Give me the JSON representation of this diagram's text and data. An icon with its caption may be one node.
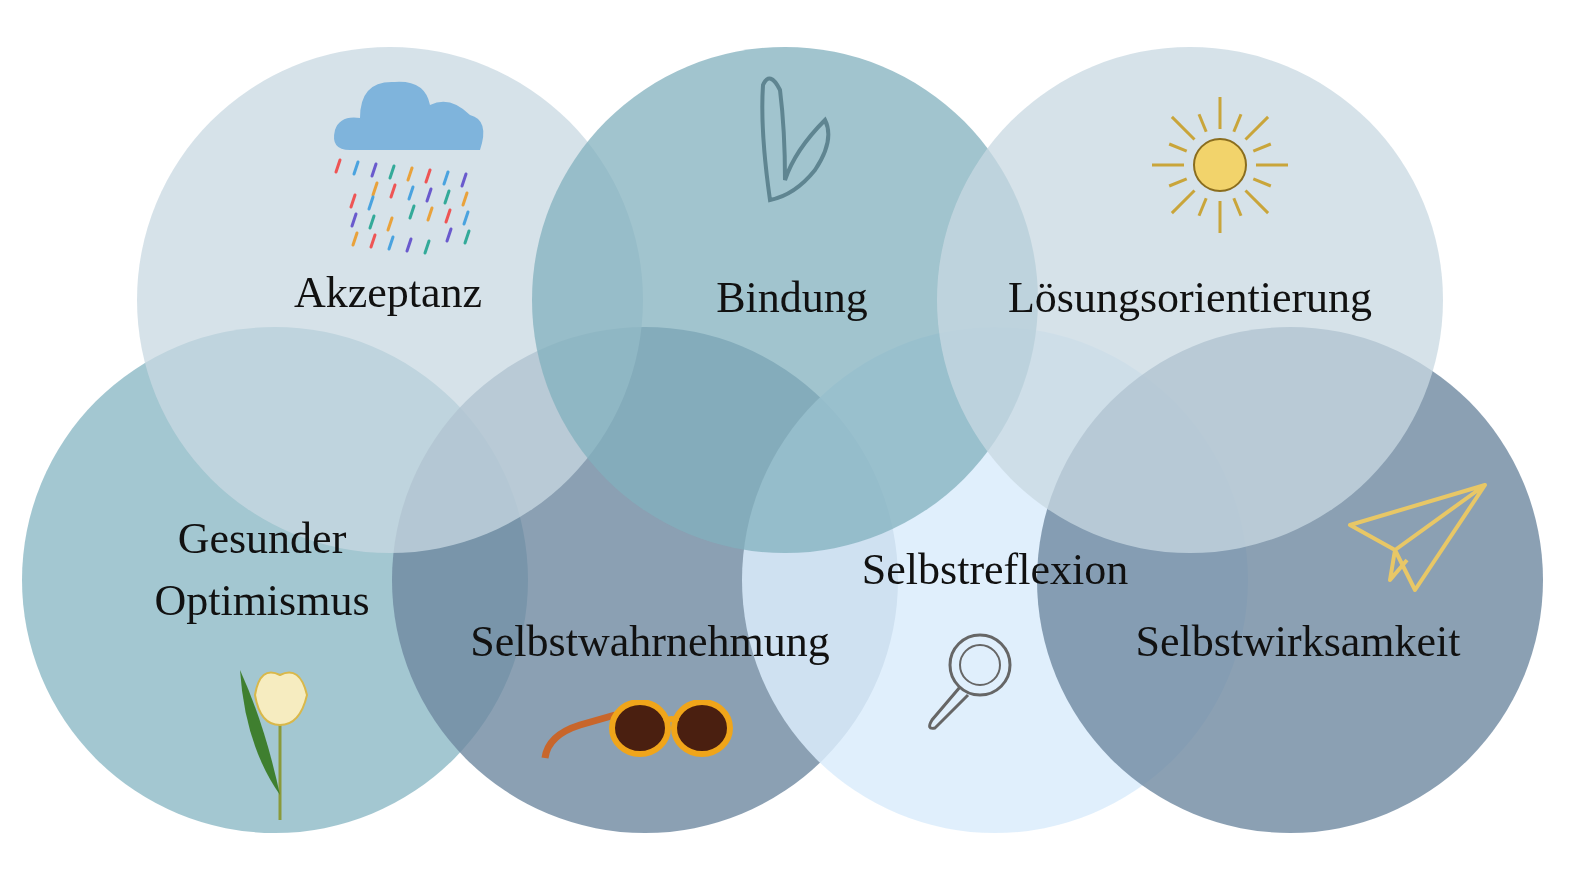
{
  "diagram": {
    "nodes": [
      {
        "text": [
          "Akzeptanz"
        ]
      },
      {
        "text": [
          "Bindung"
        ]
      },
      {
        "text": [
          "Lösungsorientierung"
        ]
      },
      {
        "text": [
          "Gesunder Optimismus"
        ]
      },
      {
        "text": [
          "Selbstwahrnehmung"
        ]
      },
      {
        "text": [
          "Selbstreflexion"
        ]
      },
      {
        "text": [
          "Selbstwirksamkeit"
        ]
      }
    ]
  }
}
